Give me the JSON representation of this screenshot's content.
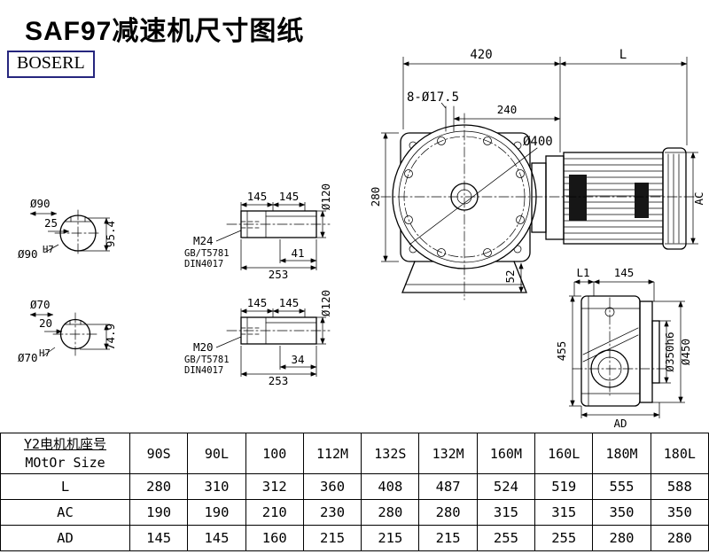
{
  "title": "SAF97减速机尺寸图纸",
  "logo": "BOSERL",
  "views": {
    "input_bore_top": {
      "dia_label": "Ø90",
      "key_width": "25",
      "height": "95.4",
      "bore": "Ø90",
      "bore_tol": "H7"
    },
    "input_bore_bottom": {
      "dia_label": "Ø70",
      "key_width": "20",
      "height": "74.9",
      "bore": "Ø70",
      "bore_tol": "H7"
    },
    "shaft_top": {
      "len_a": "145",
      "len_b": "145",
      "dia": "Ø120",
      "thread": "M24",
      "std1": "GB/T5781",
      "std2": "DIN4017",
      "thread_len": "41",
      "total_len": "253"
    },
    "shaft_bottom": {
      "len_a": "145",
      "len_b": "145",
      "dia": "Ø120",
      "thread": "M20",
      "std1": "GB/T5781",
      "std2": "DIN4017",
      "thread_len": "34",
      "total_len": "253"
    },
    "front": {
      "body_len": "420",
      "motor_len": "L",
      "bolt_holes": "8-Ø17.5",
      "top_len": "240",
      "flange_dia": "Ø400",
      "center_height": "280",
      "foot_height": "52",
      "motor_dia": "AC"
    },
    "side": {
      "l1": "L1",
      "len145": "145",
      "height": "455",
      "spigot_dia": "Ø350h6",
      "flange_dia": "Ø450",
      "width": "AD"
    }
  },
  "table": {
    "row_header_line1": "Y2电机机座号",
    "row_header_line2": "MOtOr Size",
    "columns": [
      "90S",
      "90L",
      "100",
      "112M",
      "132S",
      "132M",
      "160M",
      "160L",
      "180M",
      "180L"
    ],
    "rows": [
      {
        "label": "L",
        "values": [
          "280",
          "310",
          "312",
          "360",
          "408",
          "487",
          "524",
          "519",
          "555",
          "588"
        ]
      },
      {
        "label": "AC",
        "values": [
          "190",
          "190",
          "210",
          "230",
          "280",
          "280",
          "315",
          "315",
          "350",
          "350"
        ]
      },
      {
        "label": "AD",
        "values": [
          "145",
          "145",
          "160",
          "215",
          "215",
          "215",
          "255",
          "255",
          "280",
          "280"
        ]
      }
    ]
  }
}
